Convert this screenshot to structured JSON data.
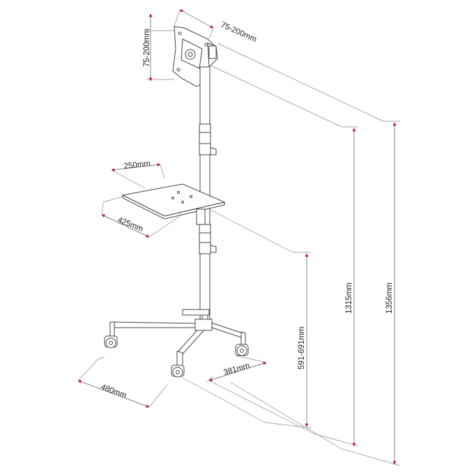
{
  "dimensions": {
    "mount_height": "75-200mm",
    "mount_width": "75-200mm",
    "shelf_depth": "250mm",
    "shelf_width": "425mm",
    "shelf_height": "591-691mm",
    "height_mount_low": "1315mm",
    "height_total": "1356mm",
    "base_width": "480mm",
    "base_depth": "381mm"
  },
  "colors": {
    "arrow": "#c8102e",
    "line": "#444444",
    "background": "#ffffff"
  }
}
